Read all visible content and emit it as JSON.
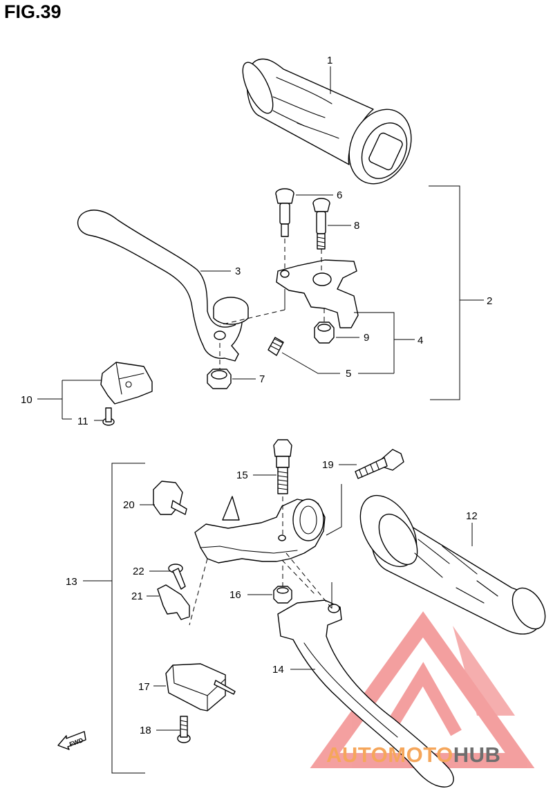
{
  "figure": {
    "title": "FIG.39"
  },
  "callouts": [
    {
      "id": "1",
      "label": "1"
    },
    {
      "id": "2",
      "label": "2"
    },
    {
      "id": "3",
      "label": "3"
    },
    {
      "id": "4",
      "label": "4"
    },
    {
      "id": "5",
      "label": "5"
    },
    {
      "id": "6",
      "label": "6"
    },
    {
      "id": "7",
      "label": "7"
    },
    {
      "id": "8",
      "label": "8"
    },
    {
      "id": "9",
      "label": "9"
    },
    {
      "id": "10",
      "label": "10"
    },
    {
      "id": "11",
      "label": "11"
    },
    {
      "id": "12",
      "label": "12"
    },
    {
      "id": "13",
      "label": "13"
    },
    {
      "id": "14",
      "label": "14"
    },
    {
      "id": "15",
      "label": "15"
    },
    {
      "id": "16",
      "label": "16"
    },
    {
      "id": "17",
      "label": "17"
    },
    {
      "id": "18",
      "label": "18"
    },
    {
      "id": "19",
      "label": "19"
    },
    {
      "id": "20",
      "label": "20"
    },
    {
      "id": "21",
      "label": "21"
    },
    {
      "id": "22",
      "label": "22"
    }
  ],
  "direction_arrow": {
    "label": "FWD"
  },
  "watermark": {
    "part1": "AUTOMOTO",
    "part2": "HUB",
    "logo": "triangle-logo-icon",
    "color_primary": "#f08080",
    "color_secondary": "#6e6e6e"
  }
}
